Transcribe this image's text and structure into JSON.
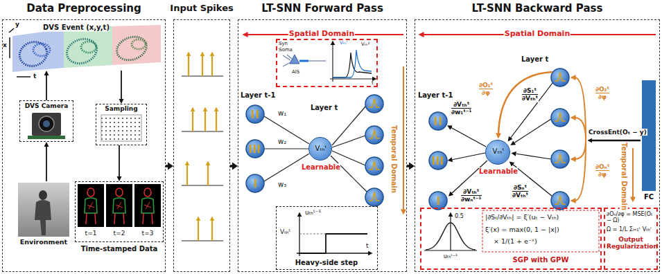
{
  "diagram": {
    "nodes": [
      {
        "text": [
          "Data Preprocessing"
        ]
      },
      {
        "text": [
          "DVS Event (x,y,t)"
        ],
        "in": 0
      },
      {
        "text": [
          "DVS Camera"
        ],
        "in": 0
      },
      {
        "text": [
          "Sampling"
        ],
        "in": 0
      },
      {
        "text": [
          "Environment"
        ],
        "in": 0
      },
      {
        "text": [
          "t=1",
          "t=2",
          "t=3",
          "Time-stamped Data"
        ],
        "in": 0
      },
      {
        "text": [
          "Input Spikes"
        ]
      },
      {
        "text": [
          "LT-SNN Forward Pass"
        ]
      },
      {
        "text": [
          "Syn",
          "Soma",
          "AIS",
          "Vₜₕᵗ",
          "Vₜₕ²",
          "t"
        ],
        "in": 7
      },
      {
        "text": [
          "Vₜₕᵗ",
          "Learnable"
        ],
        "in": 7
      },
      {
        "text": [
          "uₜₕᵗ⁻¹",
          "Vₜₕᵗ",
          "t",
          "Heavy-side step"
        ],
        "in": 7
      },
      {
        "text": [
          "LT-SNN Backward Pass"
        ]
      },
      {
        "text": [
          "Vₜₕᵗ",
          "Learnable"
        ],
        "in": 11
      },
      {
        "text": [
          "FC"
        ],
        "in": 11
      },
      {
        "text": [
          "0.5",
          "uₜₕᵗ⁻¹",
          "|∂Sₜ/∂Vₜₕ| = ξ′(uₜ − Vₜₕ)",
          "ξ′(x) = max(0, 1 − |x|)",
          "× 1/(1 + e⁻ˣ)",
          "SGP with GPW"
        ],
        "in": 11
      },
      {
        "text": [
          "∂Oₙ/∂φ = MSE(Oₜ − Ω)",
          "Ω = 1/L Σₗ₌₁ᴸ Vₜₕˡ",
          "Output Regularization"
        ],
        "in": 11
      }
    ],
    "edges": [
      {
        "from": 0,
        "to": 6,
        "arrow": "to"
      },
      {
        "from": 6,
        "to": 7,
        "arrow": "to"
      },
      {
        "from": 7,
        "to": 11,
        "arrow": "to"
      },
      {
        "from": 4,
        "to": 2,
        "arrow": "to"
      },
      {
        "from": 2,
        "to": 1,
        "arrow": "to"
      },
      {
        "from": 1,
        "to": 3,
        "arrow": "to"
      },
      {
        "from": 3,
        "to": 5,
        "arrow": "to"
      }
    ],
    "labels": [
      "y",
      "x",
      "t",
      "Spatial Domain",
      "Layer t-1",
      "Layer t",
      "w₁",
      "w₂",
      "w₃",
      "Temporal Domain",
      "Spatial Domain",
      "Layer t-1",
      "Layer t",
      "∂O₁ᵗ",
      "∂φ",
      "∂S₁ᵗ",
      "∂Vₜₕᵗ",
      "∂O₂ᵗ",
      "∂φ",
      "∂Vₜₕᵗ",
      "∂w₁ᵗ⁻¹",
      "∂Vₜₕᵗ",
      "∂wₙᵗ⁻¹",
      "∂Sₙᵗ",
      "∂Vₜₕᵗ",
      "∂Oₙᵗ",
      "∂φ",
      "Temporal Domain",
      "CrossEnt(Oₜ − y)"
    ]
  }
}
